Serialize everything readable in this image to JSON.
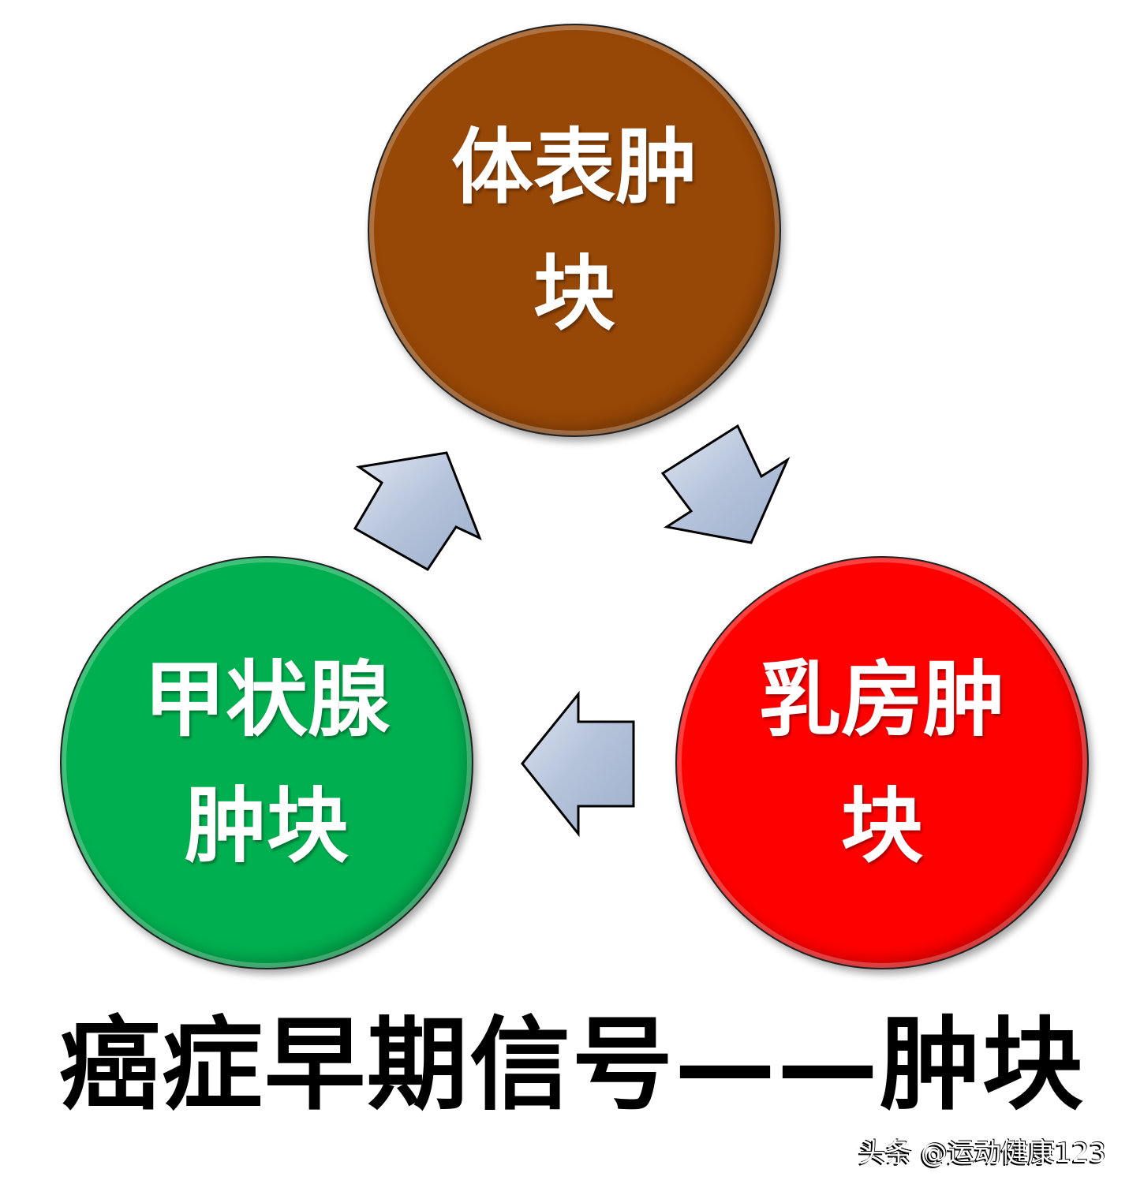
{
  "nodes": [
    {
      "line1": "体表肿",
      "line2": "块",
      "color": "#974706"
    },
    {
      "line1": "乳房肿",
      "line2": "块",
      "color": "#ff0000"
    },
    {
      "line1": "甲状腺",
      "line2": "肿块",
      "color": "#00b050"
    }
  ],
  "arrow_color": "#b4c2da",
  "title": "癌症早期信号——肿块",
  "watermark": "头条 @运动健康123"
}
